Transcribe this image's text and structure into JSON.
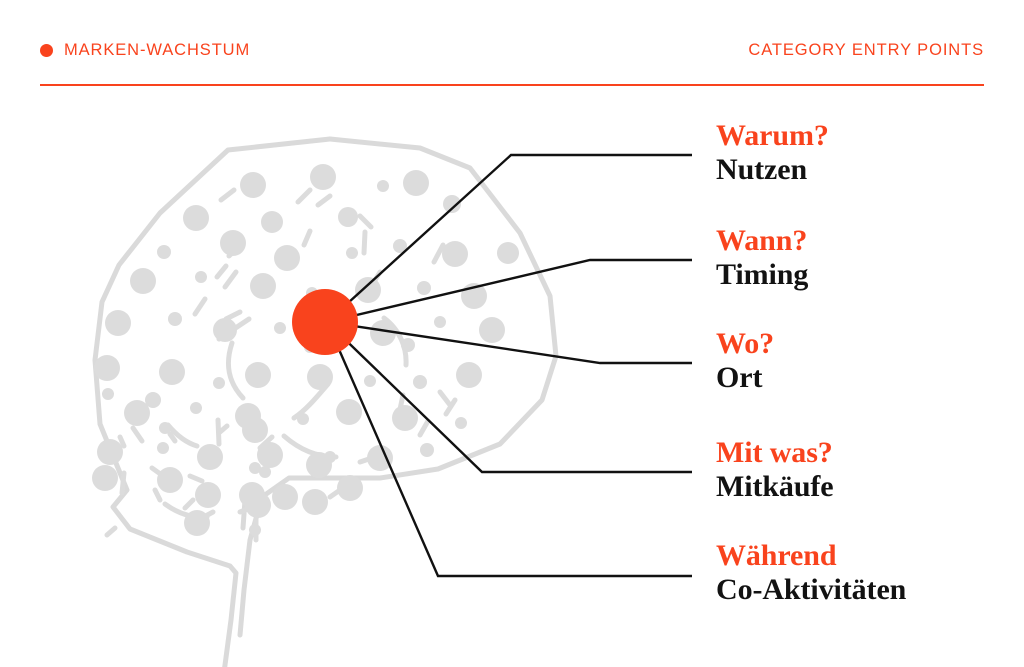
{
  "header": {
    "bullet_icon": "filled-circle-icon",
    "left_label": "MARKEN-WACHSTUM",
    "right_label": "CATEGORY ENTRY POINTS",
    "accent_color": "#F9431D",
    "rule_color": "#F9431D"
  },
  "diagram": {
    "hub_color": "#F9431D",
    "brain_outline_color": "#D9D9D9",
    "node_color": "#DCDCDC",
    "connector_color": "#111111",
    "hub_label": "category-entry-point-hub",
    "alt_text": "Brain illustration with five connector lines radiating to labelled category entry points"
  },
  "entry_points": [
    {
      "question": "Warum?",
      "answer": "Nutzen"
    },
    {
      "question": "Wann?",
      "answer": "Timing"
    },
    {
      "question": "Wo?",
      "answer": "Ort"
    },
    {
      "question": "Mit was?",
      "answer": "Mitkäufe"
    },
    {
      "question": "Während",
      "answer": "Co-Aktivitäten"
    }
  ]
}
